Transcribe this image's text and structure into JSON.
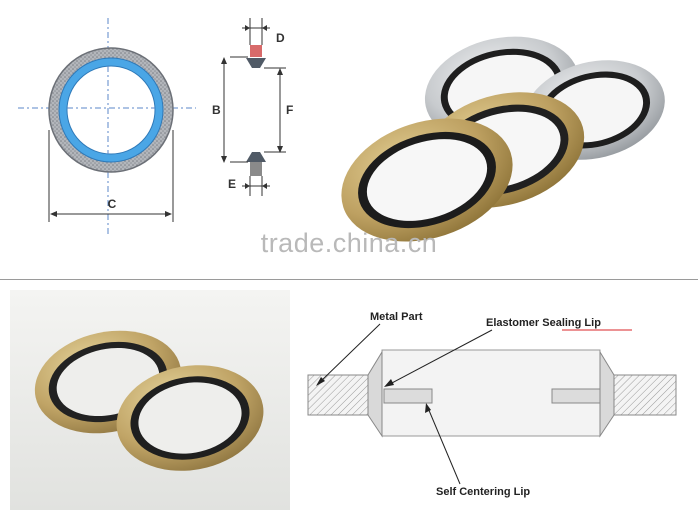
{
  "dimensions": {
    "d": "D",
    "b": "B",
    "f": "F",
    "e": "E",
    "c": "C"
  },
  "watermark": "trade.china.cn",
  "cross_section": {
    "metal_part": "Metal Part",
    "elastomer_lip": "Elastomer Sealing Lip",
    "self_centering_lip": "Self Centering Lip"
  },
  "colors": {
    "ring_blue": "#4aa6e6",
    "steel_grey": "#9aa0a8",
    "brass": "#b89b55",
    "rubber": "#1d1d1d",
    "hatch": "#8a8a8a",
    "underline_red": "#d8262a"
  }
}
